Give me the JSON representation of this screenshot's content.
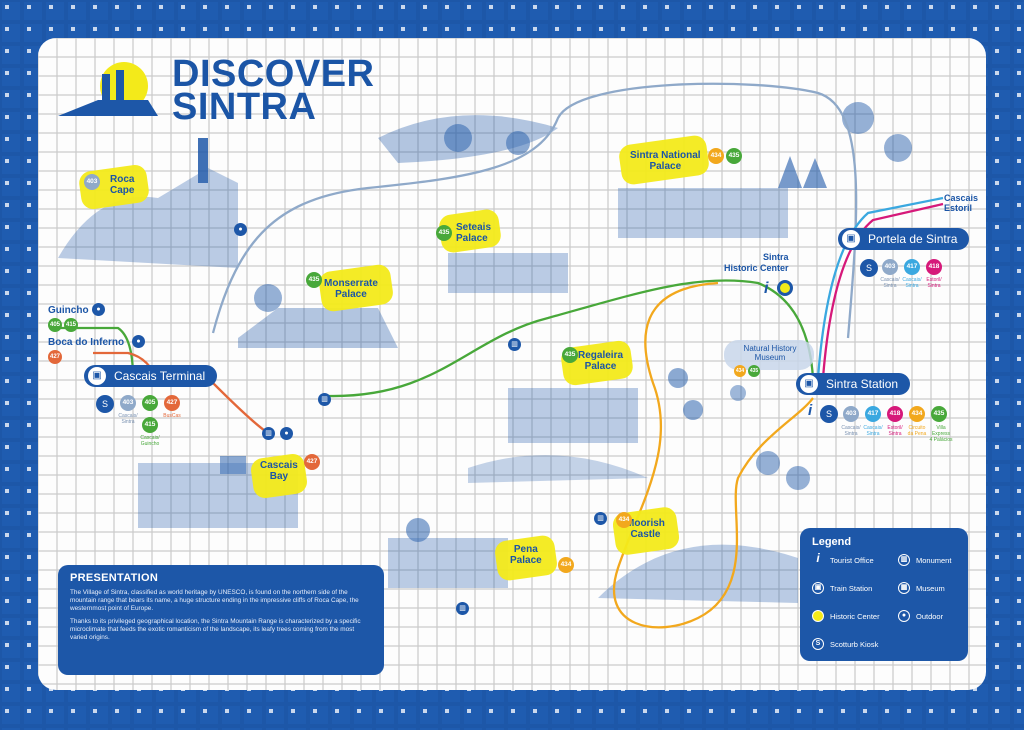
{
  "header": {
    "line1": "DISCOVER",
    "line2": "SINTRA"
  },
  "presentation": {
    "title": "PRESENTATION",
    "p1": "The Village of Sintra, classified as world heritage by UNESCO, is found on the northern side of the mountain range that bears its name, a huge structure ending in the impressive cliffs of Roca Cape, the westernmost point of Europe.",
    "p2": "Thanks to its privileged geographical location, the Sintra Mountain Range is characterized by a specific microclimate that feeds the exotic romanticism of the landscape, its leafy trees coming from the most varied origins."
  },
  "legend": {
    "title": "Legend",
    "tourist": "Tourist Office",
    "train": "Train Station",
    "historic": "Historic Center",
    "kiosk": "Scotturb Kiosk",
    "monument": "Monument",
    "museum": "Museum",
    "outdoor": "Outdoor"
  },
  "places": {
    "roca_l1": "Roca",
    "roca_l2": "Cape",
    "snp_l1": "Sintra National",
    "snp_l2": "Palace",
    "seteais_l1": "Seteais",
    "seteais_l2": "Palace",
    "monserrate_l1": "Monserrate",
    "monserrate_l2": "Palace",
    "regaleira_l1": "Regaleira",
    "regaleira_l2": "Palace",
    "cascais_bay_l1": "Cascais",
    "cascais_bay_l2": "Bay",
    "moorish_l1": "Moorish",
    "moorish_l2": "Castle",
    "pena_l1": "Pena",
    "pena_l2": "Palace",
    "historic_l1": "Sintra",
    "historic_l2": "Historic Center",
    "museum_l1": "Natural History",
    "museum_l2": "Museum",
    "guincho": "Guincho",
    "boca": "Boca do Inferno",
    "dest_l1": "Cascais",
    "dest_l2": "Estoril"
  },
  "stations": {
    "cascais": "Cascais Terminal",
    "sintra": "Sintra Station",
    "portela": "Portela de Sintra"
  },
  "routes": {
    "r403": "403",
    "r405": "405",
    "r415": "415",
    "r417": "417",
    "r418": "418",
    "r427": "427",
    "r434": "434",
    "r435": "435"
  },
  "route_labels": {
    "cascais_sintra_l1": "Cascais/",
    "cascais_sintra_l2": "Sintra",
    "buscas": "BusCas",
    "cascais_guincho_l1": "Cascais/",
    "cascais_guincho_l2": "Guincho",
    "estoril_sintra_l1": "Estoril/",
    "estoril_sintra_l2": "Sintra",
    "circuito_l1": "Circuito",
    "circuito_l2": "da Pena",
    "villa_l1": "Villa",
    "villa_l2": "Express",
    "villa_l3": "4 Palácios"
  },
  "colors": {
    "blue": "#1d57a8",
    "r403": "#8fa9c9",
    "r405": "#48a83a",
    "r415": "#48a83a",
    "r417": "#3aa8e0",
    "r418": "#d6197a",
    "r427": "#e3683a",
    "r434": "#f2a81d",
    "r435": "#48a83a",
    "highlight": "#f3ea1a"
  }
}
